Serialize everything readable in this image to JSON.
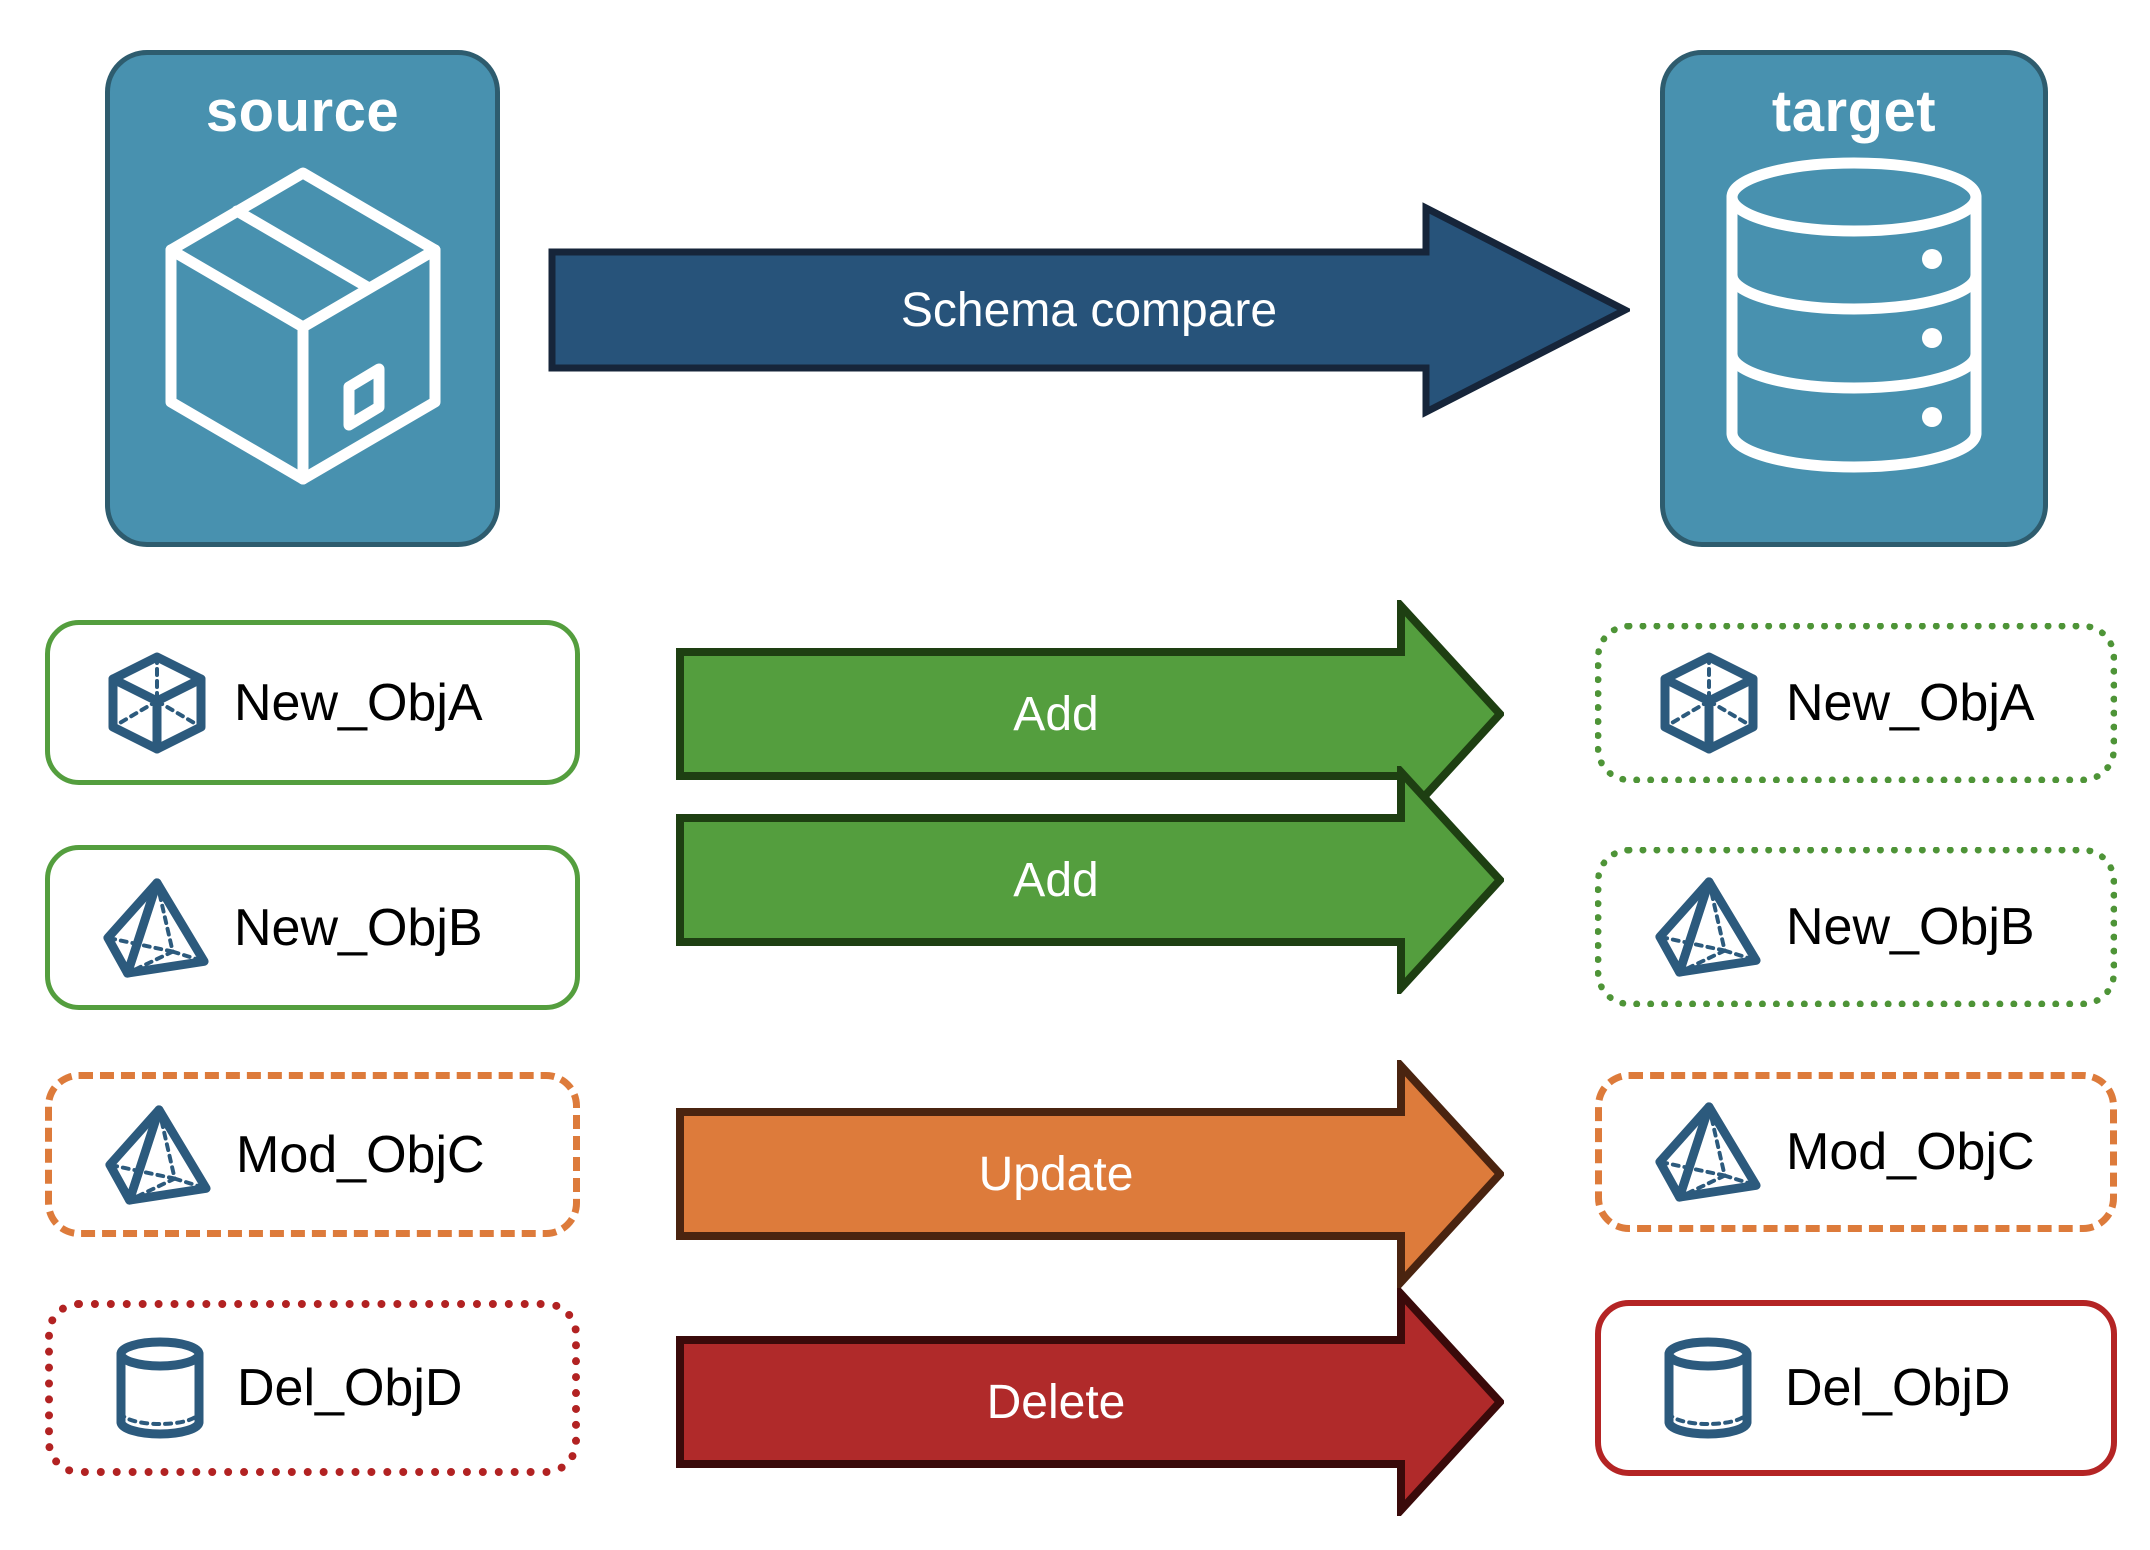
{
  "diagram": {
    "title_source": "source",
    "title_target": "target",
    "compare_arrow_label": "Schema compare"
  },
  "colors": {
    "endpoint_fill": "#4891AF",
    "endpoint_border": "#2E5C6E",
    "compare_arrow_fill": "#27537A",
    "compare_arrow_border": "#16253A",
    "add_fill": "#549E3E",
    "add_border": "#1E3F12",
    "update_fill": "#DD7B3B",
    "update_border": "#4A2410",
    "delete_fill": "#B02A2A",
    "delete_border": "#3A0A0A",
    "icon_stroke": "#2C5A7D",
    "object_label": "#000000"
  },
  "rows": [
    {
      "action": "Add",
      "source_label": "New_ObjA",
      "target_label": "New_ObjA",
      "icon": "wireframe-cube-icon",
      "source_border": "solid-green",
      "target_border": "dotted-green",
      "arrow_color": "add"
    },
    {
      "action": "Add",
      "source_label": "New_ObjB",
      "target_label": "New_ObjB",
      "icon": "wireframe-pyramid-icon",
      "source_border": "solid-green",
      "target_border": "dotted-green",
      "arrow_color": "add"
    },
    {
      "action": "Update",
      "source_label": "Mod_ObjC",
      "target_label": "Mod_ObjC",
      "icon": "wireframe-pyramid-icon",
      "source_border": "dashed-orange",
      "target_border": "dashed-orange",
      "arrow_color": "update"
    },
    {
      "action": "Delete",
      "source_label": "Del_ObjD",
      "target_label": "Del_ObjD",
      "icon": "wireframe-cylinder-icon",
      "source_border": "dotted-red",
      "target_border": "solid-red",
      "arrow_color": "delete"
    }
  ],
  "icons": {
    "source": "package-box-icon",
    "target": "database-cylinder-icon"
  }
}
